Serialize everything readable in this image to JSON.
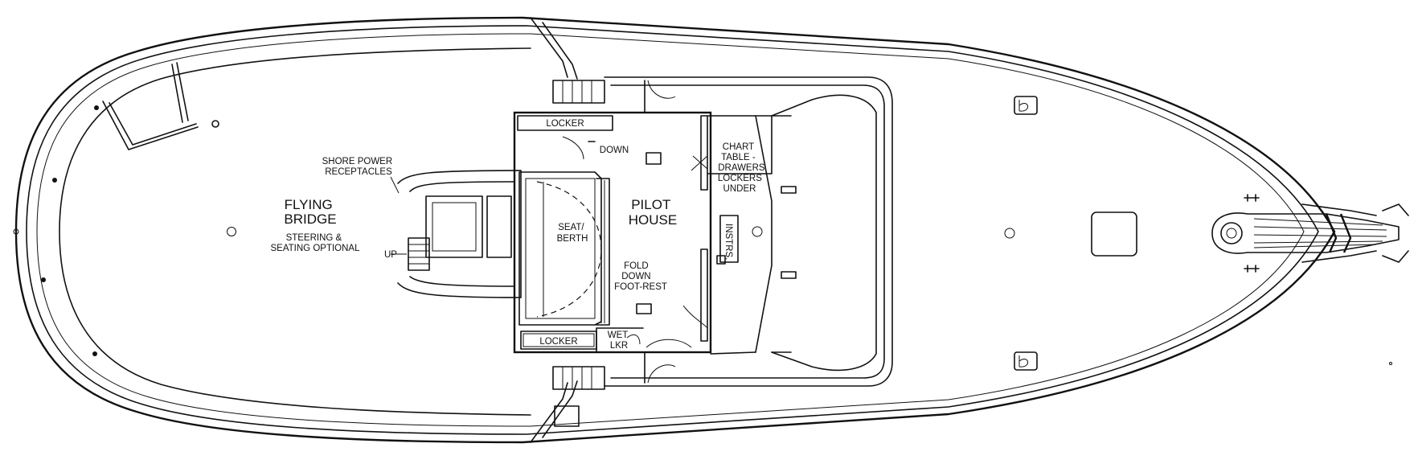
{
  "diagram": {
    "labels": {
      "shore_power": [
        "SHORE POWER",
        "RECEPTACLES"
      ],
      "flying_bridge": [
        "FLYING",
        "BRIDGE"
      ],
      "steering": [
        "STEERING &",
        "SEATING OPTIONAL"
      ],
      "up": "UP",
      "locker_top": "LOCKER",
      "down": "DOWN",
      "seat_berth": [
        "SEAT/",
        "BERTH"
      ],
      "pilot_house": [
        "PILOT",
        "HOUSE"
      ],
      "chart_table": [
        "CHART",
        "TABLE -",
        "DRAWERS",
        "LOCKERS",
        "UNDER"
      ],
      "instrs": "INSTRS.",
      "fold_down": [
        "FOLD",
        "DOWN",
        "FOOT-REST"
      ],
      "locker_bottom": "LOCKER",
      "wet_locker": [
        "WET",
        "LKR"
      ]
    }
  }
}
